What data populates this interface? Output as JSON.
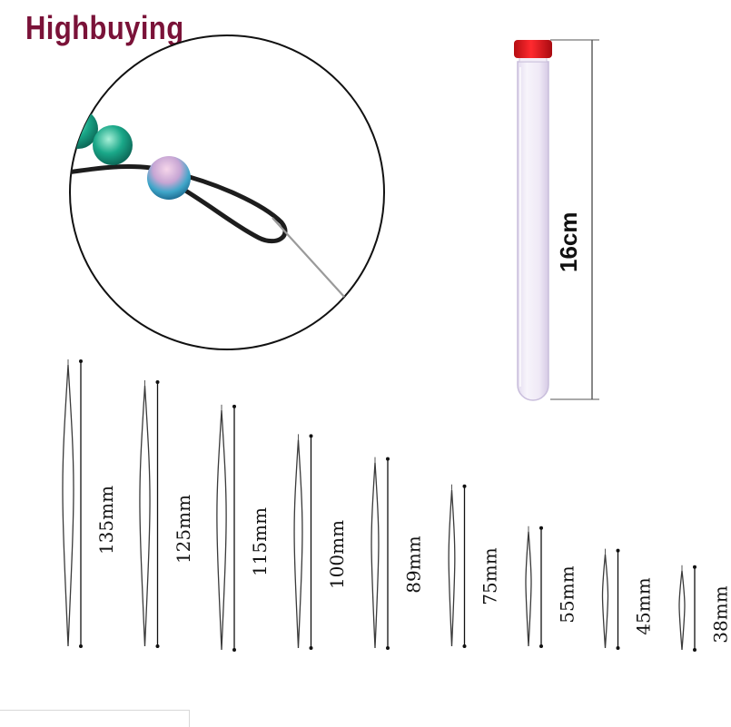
{
  "brand": {
    "text": "Highbuying",
    "color": "#7a1238"
  },
  "tube": {
    "length_label": "16cm",
    "cap_color": "#e8141b"
  },
  "needles": [
    {
      "label": "135mm",
      "length_mm": 135
    },
    {
      "label": "125mm",
      "length_mm": 125
    },
    {
      "label": "115mm",
      "length_mm": 115
    },
    {
      "label": "100mm",
      "length_mm": 100
    },
    {
      "label": "89mm",
      "length_mm": 89
    },
    {
      "label": "75mm",
      "length_mm": 75
    },
    {
      "label": "55mm",
      "length_mm": 55
    },
    {
      "label": "45mm",
      "length_mm": 45
    },
    {
      "label": "38mm",
      "length_mm": 38
    }
  ]
}
